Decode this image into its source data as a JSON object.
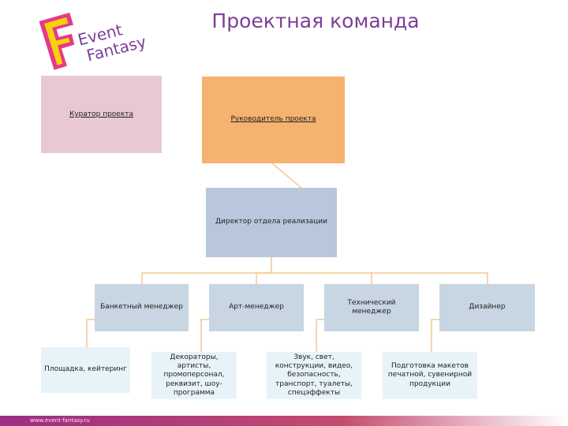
{
  "logo": {
    "letter": "F",
    "word1": "Event",
    "word2": "Fantasy"
  },
  "title": "Проектная команда",
  "nodes": {
    "curator": "Куратор проекта",
    "leader": "Руководитель проекта",
    "director": "Директор отдела реализации",
    "managers": [
      "Банкетный менеджер",
      "Арт-менеджер",
      "Технический менеджер",
      "Дизайнер"
    ],
    "tasks": [
      "Площадка, кейтеринг",
      "Декораторы, артисты, промоперсонал, реквизит, шоу-программа",
      "Звук, свет, конструкции, видео, безопасность, транспорт, туалеты, спецэффекты",
      "Подготовка макетов печатной, сувенирной продукции"
    ]
  },
  "footer": {
    "url": "www.event-fantasy.ru"
  },
  "colors": {
    "title": "#7b3f98",
    "curator": "#e8c8d3",
    "leader": "#f5b36f",
    "director": "#b8c7db",
    "manager": "#c8d5e2",
    "task": "#e7f3f8",
    "connector": "#f2c98d",
    "logo_yellow": "#f5d20a",
    "logo_pink": "#e8388a"
  }
}
